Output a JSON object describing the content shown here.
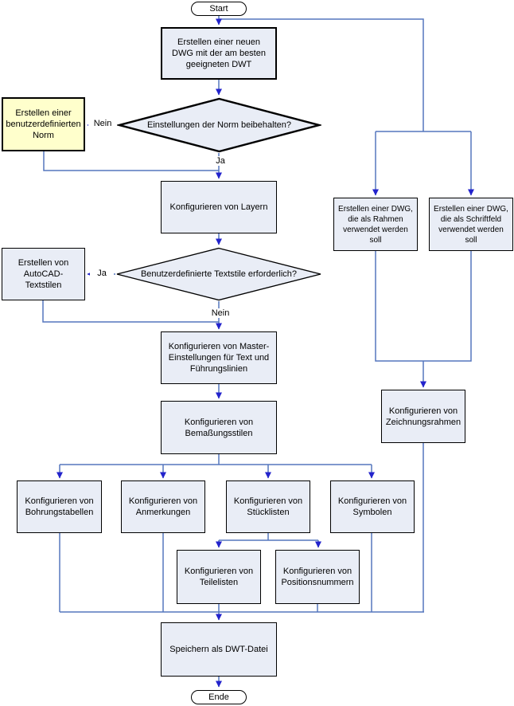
{
  "diagram": {
    "colors": {
      "connector": "#5577BE",
      "arrowhead": "#2323CC",
      "node_fill": "#E9EDF6",
      "highlight_fill": "#FFFFCC",
      "node_border": "#000000"
    },
    "nodes": {
      "start": {
        "label": "Start"
      },
      "create_new_dwg": {
        "label": "Erstellen einer neuen DWG mit der am besten geeigneten DWT"
      },
      "keep_norm_decision": {
        "label": "Einstellungen der Norm beibehalten?"
      },
      "create_custom_norm": {
        "label": "Erstellen einer benutzerdefinierten Norm"
      },
      "configure_layers": {
        "label": "Konfigurieren von Layern"
      },
      "custom_textstyles_decision": {
        "label": "Benutzerdefinierte Textstile erforderlich?"
      },
      "create_autocad_textstyles": {
        "label": "Erstellen von AutoCAD-Textstilen"
      },
      "configure_master_settings": {
        "label": "Konfigurieren von Master-Einstellungen für Text und Führungslinien"
      },
      "configure_dimension_styles": {
        "label": "Konfigurieren von Bemaßungsstilen"
      },
      "configure_hole_tables": {
        "label": "Konfigurieren von Bohrungstabellen"
      },
      "configure_annotations": {
        "label": "Konfigurieren von Anmerkungen"
      },
      "configure_parts_lists": {
        "label": "Konfigurieren von Stücklisten"
      },
      "configure_symbols": {
        "label": "Konfigurieren von Symbolen"
      },
      "configure_item_lists": {
        "label": "Konfigurieren von Teilelisten"
      },
      "configure_balloons": {
        "label": "Konfigurieren von Positionsnummern"
      },
      "save_dwt": {
        "label": "Speichern als DWT-Datei"
      },
      "end": {
        "label": "Ende"
      },
      "create_frame_dwg": {
        "label": "Erstellen einer DWG, die als Rahmen verwendet werden soll"
      },
      "create_titleblock_dwg": {
        "label": "Erstellen einer DWG, die als Schriftfeld verwendet werden soll"
      },
      "configure_drawing_borders": {
        "label": "Konfigurieren von Zeichnungsrahmen"
      }
    },
    "edge_labels": {
      "norm_no": "Nein",
      "norm_yes": "Ja",
      "textstyles_yes": "Ja",
      "textstyles_no": "Nein"
    }
  }
}
